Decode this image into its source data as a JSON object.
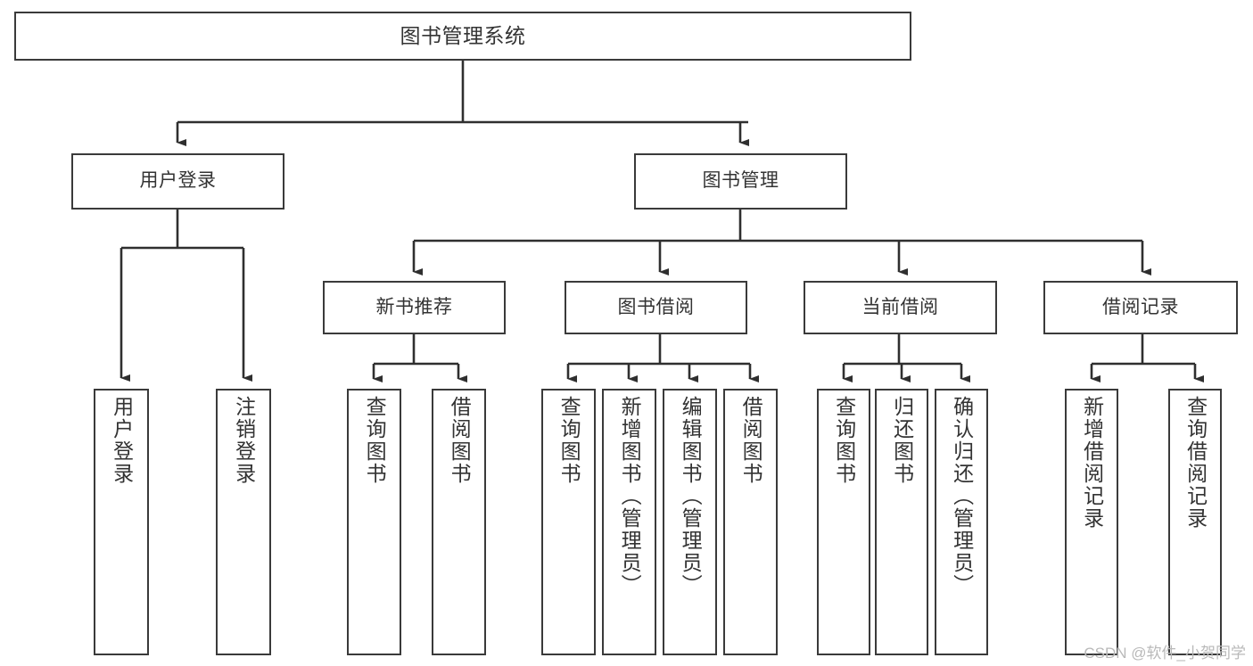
{
  "diagram": {
    "title": "图书管理系统",
    "type": "tree-hierarchy",
    "watermark": "CSDN @软件_小贺同学",
    "colors": {
      "background": "#ffffff",
      "box_border": "#3a3a3a",
      "edge": "#2f2f2f",
      "text": "#333333",
      "watermark": "#b9b9b9"
    },
    "root": {
      "label": "图书管理系统"
    },
    "level1": [
      {
        "label": "用户登录"
      },
      {
        "label": "图书管理"
      }
    ],
    "level2": [
      {
        "label": "新书推荐"
      },
      {
        "label": "图书借阅"
      },
      {
        "label": "当前借阅"
      },
      {
        "label": "借阅记录"
      }
    ],
    "leaves": {
      "user_login": [
        {
          "label": "用户登录"
        },
        {
          "label": "注销登录"
        }
      ],
      "new_book_recommend": [
        {
          "label": "查询图书"
        },
        {
          "label": "借阅图书"
        }
      ],
      "book_borrow": [
        {
          "label": "查询图书"
        },
        {
          "label": "新增图书（管理员）"
        },
        {
          "label": "编辑图书（管理员）"
        },
        {
          "label": "借阅图书"
        }
      ],
      "current_borrow": [
        {
          "label": "查询图书"
        },
        {
          "label": "归还图书"
        },
        {
          "label": "确认归还（管理员）"
        }
      ],
      "borrow_record": [
        {
          "label": "新增借阅记录"
        },
        {
          "label": "查询借阅记录"
        }
      ]
    }
  }
}
